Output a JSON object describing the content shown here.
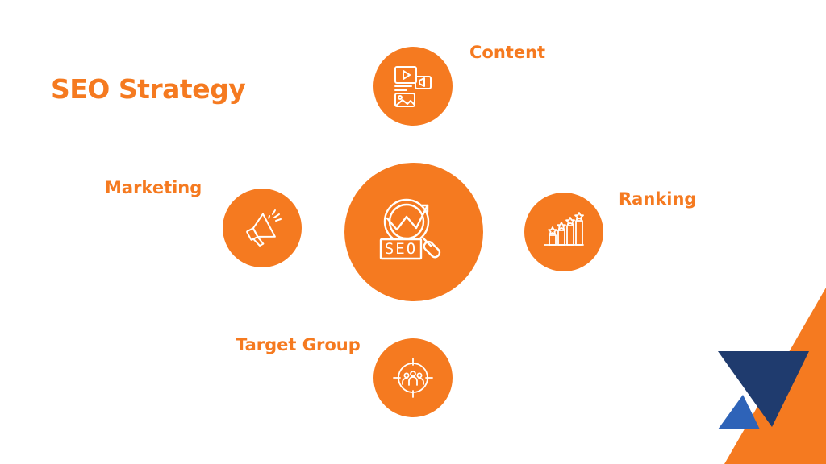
{
  "title": "SEO Strategy",
  "nodes": {
    "content": {
      "label": "Content",
      "icon": "media-content-icon"
    },
    "marketing": {
      "label": "Marketing",
      "icon": "megaphone-icon"
    },
    "center": {
      "label": "SEO",
      "icon": "seo-search-growth-icon"
    },
    "ranking": {
      "label": "Ranking",
      "icon": "ranking-stars-chart-icon"
    },
    "target": {
      "label": "Target Group",
      "icon": "target-group-icon"
    }
  },
  "colors": {
    "accent": "#F57A20",
    "text": "#F57A20",
    "icon_stroke": "#ffffff",
    "logo_navy": "#1F3B6E",
    "logo_blue": "#2E63B8",
    "logo_orange": "#F57A20",
    "background": "#ffffff"
  }
}
